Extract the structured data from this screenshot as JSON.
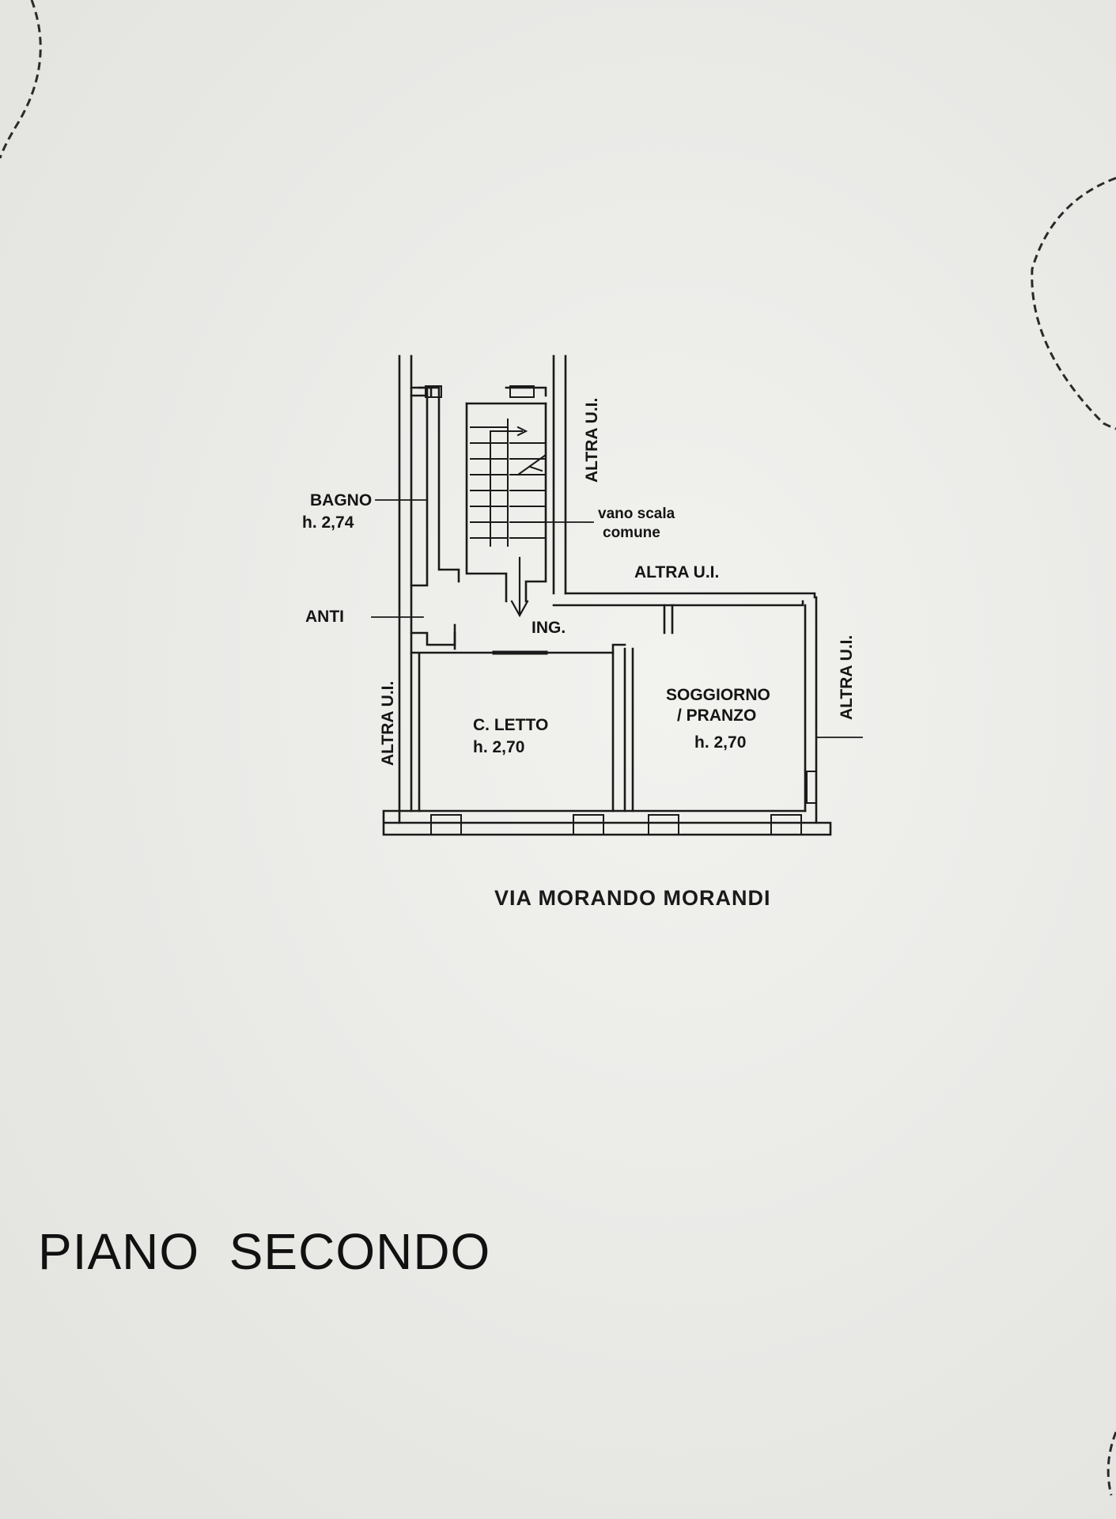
{
  "rooms": {
    "bagno": {
      "name": "BAGNO",
      "height": "h. 2,74"
    },
    "anti": {
      "name": "ANTI"
    },
    "ingresso": {
      "name": "ING."
    },
    "camera": {
      "name": "C. LETTO",
      "height": "h. 2,70"
    },
    "soggiorno": {
      "line1": "SOGGIORNO",
      "line2": "/ PRANZO",
      "height": "h. 2,70"
    },
    "vano_scala": {
      "line1": "vano scala",
      "line2": "comune"
    }
  },
  "neighbours": {
    "top_right": "ALTRA U.I.",
    "middle": "ALTRA U.I.",
    "right": "ALTRA U.I.",
    "left": "ALTRA U.I."
  },
  "street": "VIA MORANDO MORANDI",
  "floor_title": "PIANO  SECONDO"
}
